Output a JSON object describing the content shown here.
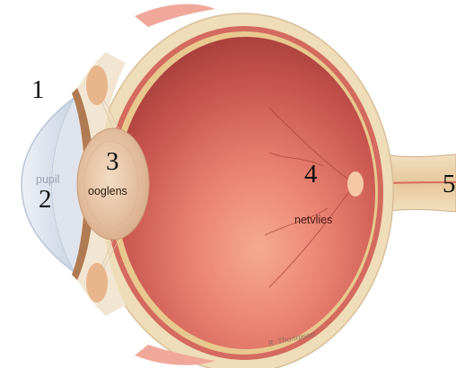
{
  "diagram": {
    "numbers": [
      "1",
      "2",
      "3",
      "4",
      "5"
    ],
    "labels": {
      "pupil": "pupil",
      "lens": "ooglens",
      "retina": "netvlies"
    },
    "signature": "R. Thompson",
    "colors": {
      "background": "#ffffff",
      "vitreous": "#c8504a",
      "retina_light": "#f4a48a",
      "sclera": "#efdcb8",
      "lens": "#e9c4a4",
      "cornea": "#dfe6ef",
      "choroid": "#d46a5e"
    }
  }
}
